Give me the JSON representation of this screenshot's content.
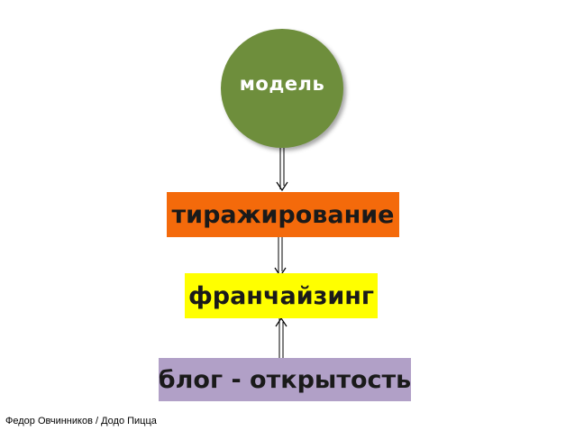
{
  "diagram": {
    "top_node": "модель",
    "steps": [
      {
        "label": "тиражирование",
        "color": "#f46a0b"
      },
      {
        "label": "франчайзинг",
        "color": "#ffff00"
      },
      {
        "label": "блог - открытость",
        "color": "#b1a0c7"
      }
    ],
    "top_node_color": "#6e8e3c"
  },
  "footer": {
    "credit": "Федор Овчинников / Додо Пицца"
  }
}
